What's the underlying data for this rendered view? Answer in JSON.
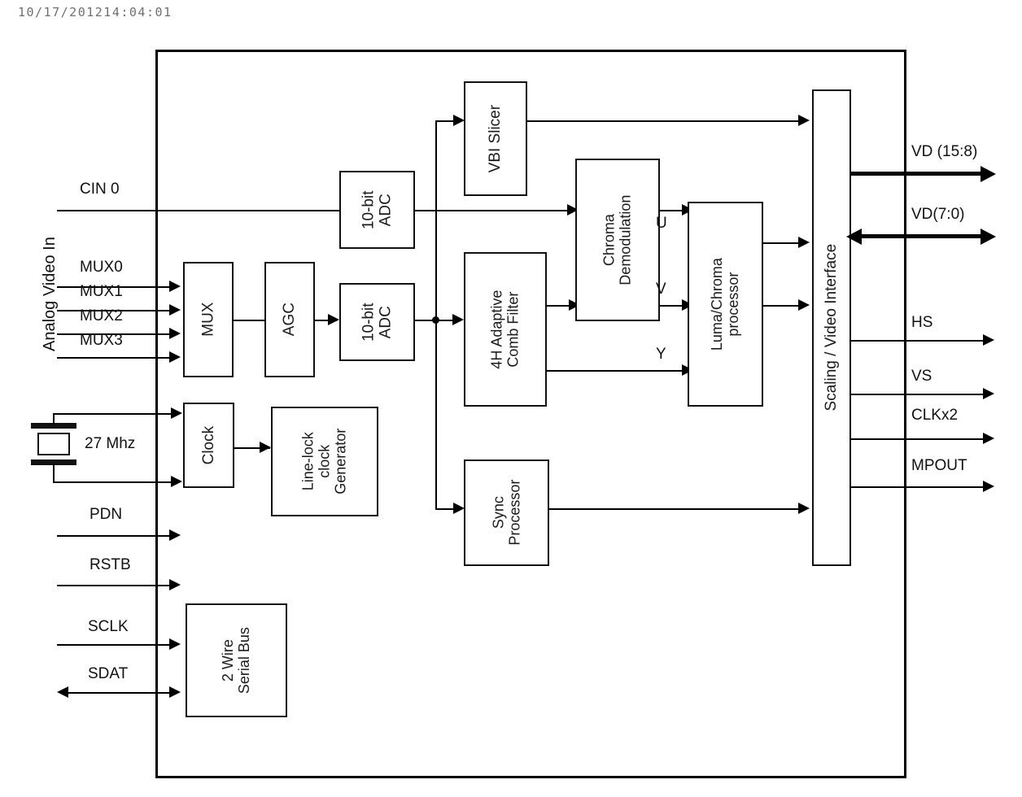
{
  "meta": {
    "timestamp": "10/17/201214:04:01",
    "diagram_type": "block-diagram",
    "title": "Video decoder block diagram"
  },
  "chip": {
    "label": ""
  },
  "left_ports": {
    "group_label": "Analog Video In",
    "signals": [
      {
        "name": "CIN 0",
        "direction": "in"
      },
      {
        "name": "MUX0",
        "direction": "in"
      },
      {
        "name": "MUX1",
        "direction": "in"
      },
      {
        "name": "MUX2",
        "direction": "in"
      },
      {
        "name": "MUX3",
        "direction": "in"
      },
      {
        "name": "27 Mhz",
        "direction": "in"
      },
      {
        "name": "PDN",
        "direction": "in"
      },
      {
        "name": "RSTB",
        "direction": "in"
      },
      {
        "name": "SCLK",
        "direction": "in"
      },
      {
        "name": "SDAT",
        "direction": "bidir"
      }
    ]
  },
  "right_ports": {
    "signals": [
      {
        "name": "VD (15:8)",
        "direction": "out",
        "width": "thick"
      },
      {
        "name": "VD(7:0)",
        "direction": "bidir",
        "width": "thick"
      },
      {
        "name": "HS",
        "direction": "out",
        "width": "thin"
      },
      {
        "name": "VS",
        "direction": "out",
        "width": "thin"
      },
      {
        "name": "CLKx2",
        "direction": "out",
        "width": "thin"
      },
      {
        "name": "MPOUT",
        "direction": "out",
        "width": "thin"
      }
    ]
  },
  "blocks": {
    "mux": {
      "label": "MUX"
    },
    "agc": {
      "label": "AGC"
    },
    "adc_top": {
      "label_line1": "10-bit",
      "label_line2": "ADC"
    },
    "adc_bottom": {
      "label_line1": "10-bit",
      "label_line2": "ADC"
    },
    "vbi_slicer": {
      "label": "VBI Slicer"
    },
    "comb_filter": {
      "label_line1": "4H Adaptive",
      "label_line2": "Comb Filter"
    },
    "chroma_demod": {
      "label_line1": "Chroma",
      "label_line2": "Demodulation"
    },
    "luma_chroma": {
      "label_line1": "Luma/Chroma",
      "label_line2": "processor"
    },
    "sync_processor": {
      "label_line1": "Sync",
      "label_line2": "Processor"
    },
    "clock": {
      "label": "Clock"
    },
    "line_lock": {
      "label_line1": "Line-lock",
      "label_line2": "clock",
      "label_line3": "Generator"
    },
    "scaling": {
      "label": "Scaling / Video Interface"
    },
    "serial_bus": {
      "label_line1": "2 Wire",
      "label_line2": "Serial Bus"
    }
  },
  "internal_signals": {
    "u": "U",
    "v": "V",
    "y": "Y"
  },
  "colors": {
    "line": "#000000",
    "text": "#111111",
    "background": "#ffffff",
    "timestamp": "#6f6f6f"
  }
}
